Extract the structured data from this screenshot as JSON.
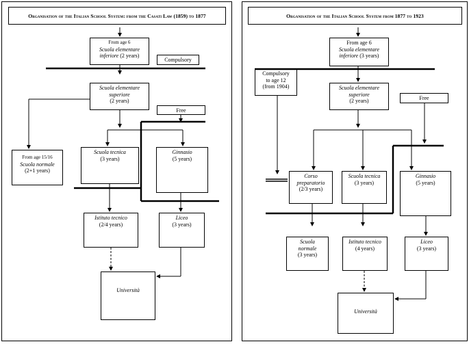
{
  "left": {
    "title": "Organisation of the Italian School System: from the Casati Law (1859) to 1877",
    "boxes": {
      "inferiore": {
        "line1": "From age 6",
        "name": "Scuola elementare",
        "name2": "inferiore",
        "detail": "(2 years)"
      },
      "superiore": {
        "name": "Scuola elementare",
        "name2": "superiore",
        "detail": "(2 years)"
      },
      "normale": {
        "line1": "From age 15/16",
        "name": "Scuola normale",
        "detail": "(2+1 years)"
      },
      "tecnica": {
        "name": "Scuola tecnica",
        "detail": "(3 years)"
      },
      "ginnasio": {
        "name": "Ginnasio",
        "detail": "(5 years)"
      },
      "istituto": {
        "name": "Istituto tecnico",
        "detail": "(2/4 years)"
      },
      "liceo": {
        "name": "Liceo",
        "detail": "(3 years)"
      },
      "universita": {
        "name": "Università"
      }
    },
    "tags": {
      "compulsory": "Compulsory",
      "free": "Free"
    }
  },
  "right": {
    "title": "Organisation of the Italian School System from 1877 to 1923",
    "boxes": {
      "inferiore": {
        "line1": "From age 6",
        "name": "Scuola elementare",
        "name2": "inferiore",
        "detail": "(3 years)"
      },
      "compulsory": {
        "line1": "Compulsory",
        "line2": "to age 12",
        "line3": "(from 1904)"
      },
      "superiore": {
        "name": "Scuola elementare",
        "name2": "superiore",
        "detail": "(2 years)"
      },
      "corso": {
        "name": "Corso",
        "name2": "preparatorio",
        "detail": "(2/3 years)"
      },
      "tecnica": {
        "name": "Scuola tecnica",
        "detail": "(3 years)"
      },
      "ginnasio": {
        "name": "Ginnasio",
        "detail": "(5 years)"
      },
      "normale": {
        "name": "Scuola",
        "name2": "normale",
        "detail": "(3 years)"
      },
      "istituto": {
        "name": "Istituto tecnico",
        "detail": "(4 years)"
      },
      "liceo": {
        "name": "Liceo",
        "detail": "(3 years)"
      },
      "universita": {
        "name": "Università"
      }
    },
    "tags": {
      "free": "Free"
    }
  }
}
